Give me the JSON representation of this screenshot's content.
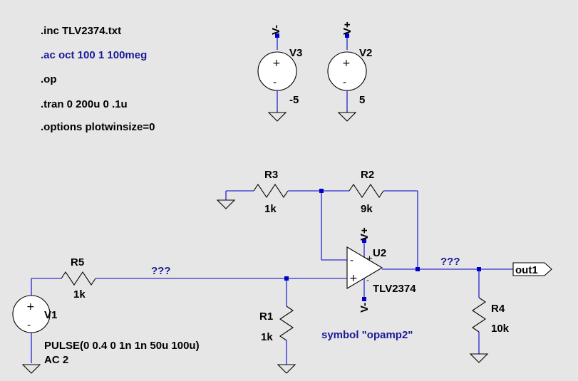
{
  "directives": {
    "inc": ".inc TLV2374.txt",
    "ac": ".ac oct 100 1 100meg",
    "op": ".op",
    "tran": ".tran 0 200u 0 .1u",
    "options": ".options plotwinsize=0"
  },
  "sources": {
    "v3": {
      "name": "V3",
      "value": "-5",
      "net": "V-"
    },
    "v2": {
      "name": "V2",
      "value": "5",
      "net": "V+"
    },
    "v1": {
      "name": "V1",
      "value1": "PULSE(0 0.4 0 1n 1n 50u 100u)",
      "value2": "AC 2"
    }
  },
  "resistors": {
    "r3": {
      "name": "R3",
      "value": "1k"
    },
    "r2": {
      "name": "R2",
      "value": "9k"
    },
    "r5": {
      "name": "R5",
      "value": "1k"
    },
    "r1": {
      "name": "R1",
      "value": "1k"
    },
    "r4": {
      "name": "R4",
      "value": "10k"
    }
  },
  "opamp": {
    "name": "U2",
    "model": "TLV2374",
    "vplus": "V+",
    "vminus": "V-",
    "minus_sign": "-",
    "plus_sign": "+",
    "supply_plus": "+",
    "supply_minus": "-"
  },
  "nets": {
    "input_unknown": "???",
    "output_unknown": "???",
    "out_label": "out1"
  },
  "comment": "symbol \"opamp2\"",
  "colors": {
    "background": "#e6e6e6",
    "wire": "#0000cc",
    "component": "#000000",
    "comment": "#1a1a9a"
  }
}
